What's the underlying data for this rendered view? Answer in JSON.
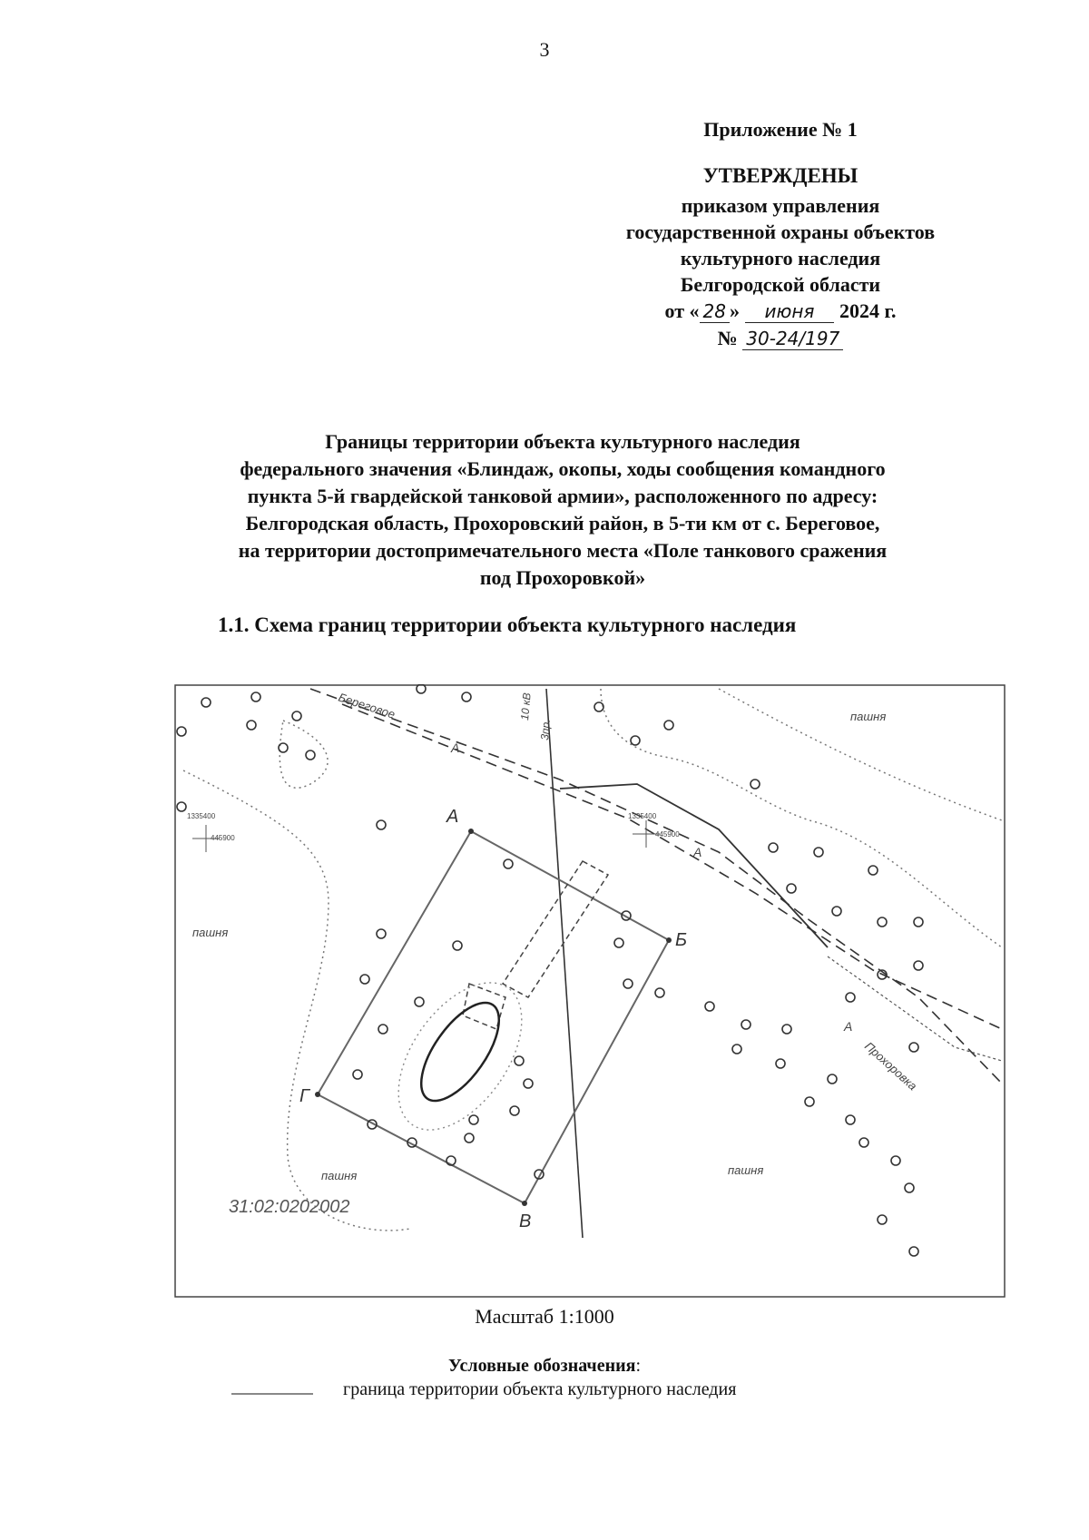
{
  "page_number": "3",
  "approval": {
    "appendix": "Приложение № 1",
    "approved": "УТВЕРЖДЕНЫ",
    "lines": [
      "приказом управления",
      "государственной охраны объектов",
      "культурного наследия",
      "Белгородской области"
    ],
    "date_prefix": "от «",
    "date_day": "28",
    "date_mid": "»",
    "date_month": "июня",
    "date_year": "2024 г.",
    "number_prefix": "№",
    "number_value": "30-24/197"
  },
  "title_lines": [
    "Границы территории объекта культурного наследия",
    "федерального значения «Блиндаж, окопы, ходы сообщения командного",
    "пункта 5-й гвардейской танковой армии», расположенного по адресу:",
    "Белгородская область, Прохоровский район, в 5-ти км от с. Береговое,",
    "на территории достопримечательного места «Поле танкового сражения",
    "под Прохоровкой»"
  ],
  "section_heading": "1.1. Схема границ территории объекта культурного наследия",
  "map": {
    "cadastral_number": "31:02:0202002",
    "points": [
      "А",
      "Б",
      "В",
      "Г"
    ],
    "road_labels": [
      "Береговое",
      "Прохоровка"
    ],
    "road_marks": [
      "А",
      "А",
      "А"
    ],
    "power_line_label": "10 кВ",
    "power_line_label2": "3пр.",
    "field_labels": [
      "пашня",
      "пашня",
      "пашня",
      "пашня"
    ],
    "coord_labels": [
      "1335400",
      "445900",
      "1335400",
      "445900"
    ]
  },
  "scale": "Масштаб 1:1000",
  "legend": {
    "heading": "Условные обозначения",
    "heading_colon": ":",
    "items": [
      {
        "label": "граница территории объекта культурного наследия",
        "color": "#888888"
      }
    ]
  }
}
